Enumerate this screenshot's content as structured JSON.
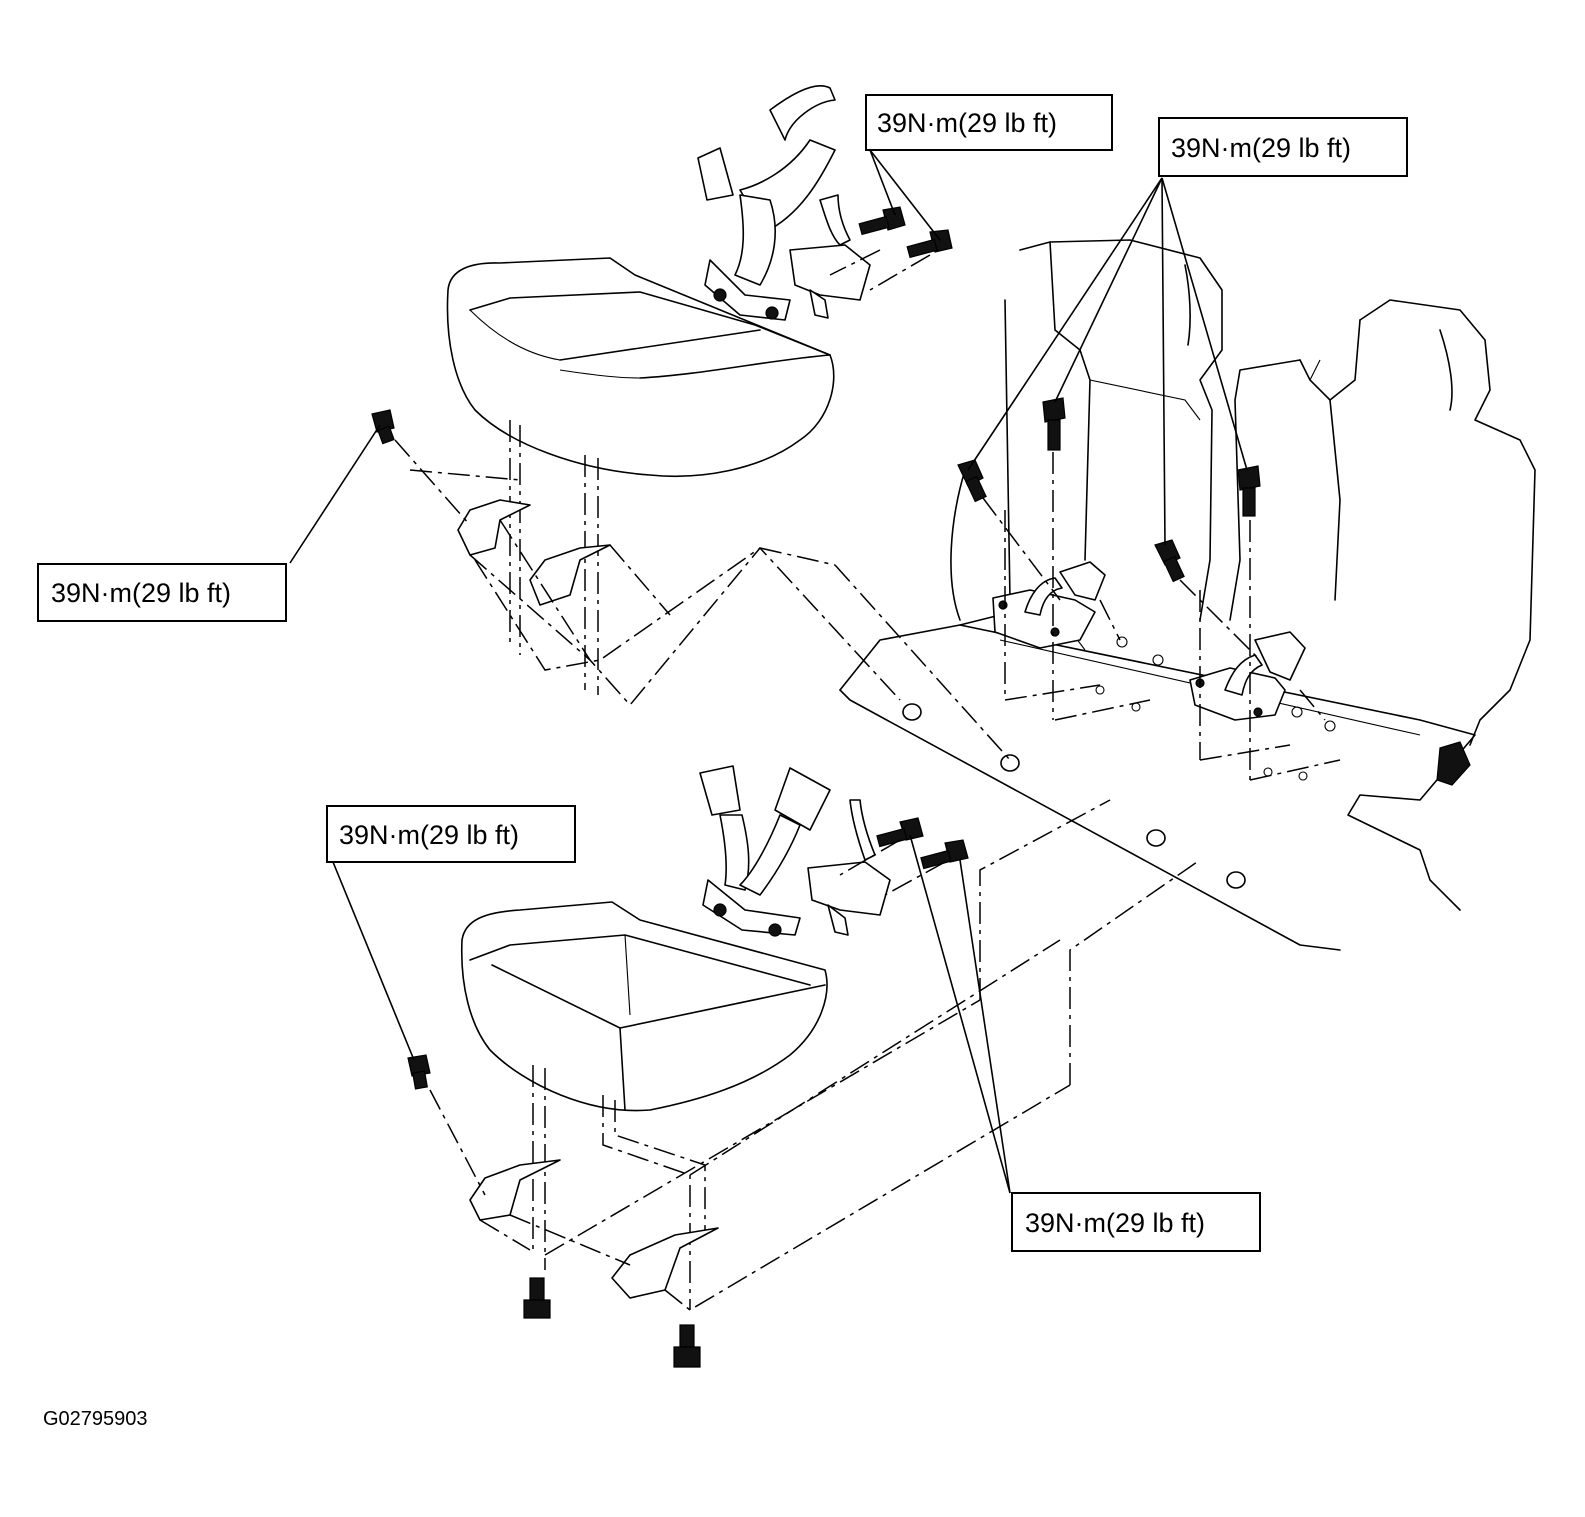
{
  "figure_code": "G02795903",
  "callouts": [
    {
      "id": "upper-seat-belt-bolts",
      "label": "39N·m(29 lb ft)"
    },
    {
      "id": "rear-anchor-bolts",
      "label": "39N·m(29 lb ft)"
    },
    {
      "id": "upper-seat-bracket-bolt",
      "label": "39N·m(29 lb ft)"
    },
    {
      "id": "lower-seat-bracket-bolt",
      "label": "39N·m(29 lb ft)"
    },
    {
      "id": "lower-seat-belt-bolts",
      "label": "39N·m(29 lb ft)"
    }
  ],
  "icons": [
    "bolt-icon",
    "seat-cushion",
    "seat-belt-buckle",
    "floor-bracket",
    "seat-back"
  ]
}
